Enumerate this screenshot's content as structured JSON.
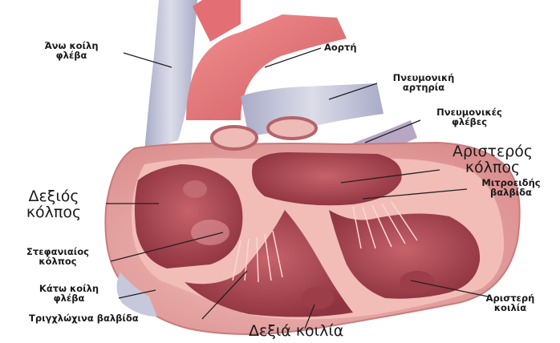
{
  "labels": {
    "svc": {
      "line1": "Άνω κοίλη",
      "line2": "φλέβα"
    },
    "aorta": {
      "line1": "Αορτή"
    },
    "pulmonary_artery": {
      "line1": "Πνευμονική",
      "line2": "αρτηρία"
    },
    "pulmonary_veins": {
      "line1": "Πνευμονικές",
      "line2": "φλέβες"
    },
    "left_atrium": {
      "line1": "Αριστερός",
      "line2": "κόλπος"
    },
    "right_atrium": {
      "line1": "Δεξιός",
      "line2": "κόλπος"
    },
    "mitral_valve": {
      "line1": "Μιτροειδής",
      "line2": "βαλβίδα"
    },
    "coronary_sinus": {
      "line1": "Στεφανιαίος",
      "line2": "κόλπος"
    },
    "ivc": {
      "line1": "Κάτω κοίλη",
      "line2": "φλέβα"
    },
    "tricuspid_valve": {
      "line1": "Τριγχλώχινα βαλβίδα"
    },
    "right_ventricle": {
      "line1": "Δεξιά κοιλία"
    },
    "left_ventricle": {
      "line1": "Αριστερή",
      "line2": "κοιλία"
    }
  },
  "colors": {
    "muscle_outer": "#e39a9a",
    "muscle_inner": "#f0b7b3",
    "chamber": "#b54d56",
    "chamber_dark": "#8e3340",
    "vessel_blue": "#c6c8dc",
    "vessel_blue_dark": "#a7a9c6",
    "aorta": "#e87a7a",
    "leader": "#222222"
  }
}
